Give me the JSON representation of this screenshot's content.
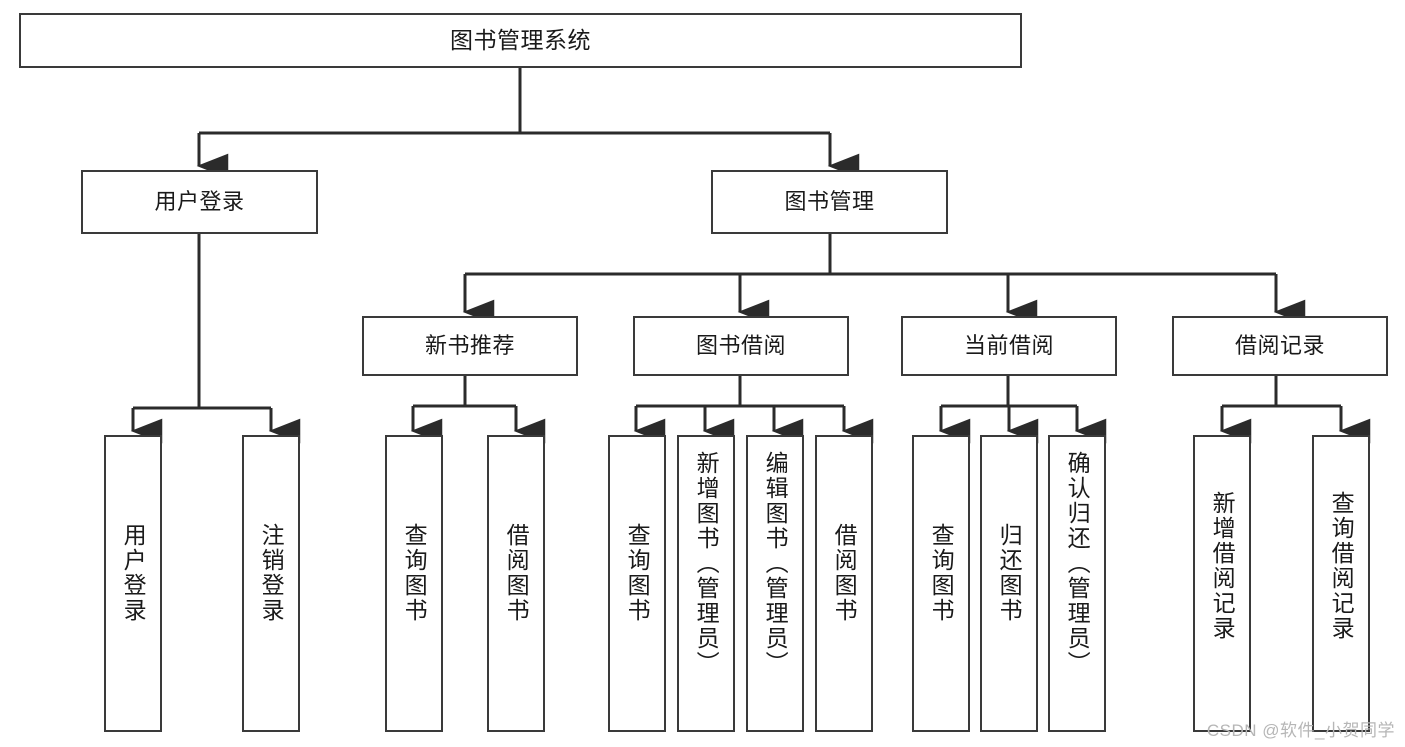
{
  "diagram": {
    "title": "图书管理系统",
    "type": "tree",
    "watermark": "CSDN @软件_小贺同学",
    "colors": {
      "box_border": "#3a3a3a",
      "box_fill": "#ffffff",
      "edge": "#2b2b2b",
      "text": "#1a1a1a",
      "watermark": "#b6b6b6"
    },
    "levels": [
      {
        "level": 1,
        "nodes": [
          {
            "id": "root",
            "label": "图书管理系统",
            "orientation": "horizontal"
          }
        ]
      },
      {
        "level": 2,
        "nodes": [
          {
            "id": "user-login",
            "label": "用户登录",
            "orientation": "horizontal",
            "parent": "root"
          },
          {
            "id": "book-manage",
            "label": "图书管理",
            "orientation": "horizontal",
            "parent": "root"
          }
        ]
      },
      {
        "level": 3,
        "nodes": [
          {
            "id": "new-book-rec",
            "label": "新书推荐",
            "orientation": "horizontal",
            "parent": "book-manage"
          },
          {
            "id": "book-borrow",
            "label": "图书借阅",
            "orientation": "horizontal",
            "parent": "book-manage"
          },
          {
            "id": "current-borrow",
            "label": "当前借阅",
            "orientation": "horizontal",
            "parent": "book-manage"
          },
          {
            "id": "borrow-record",
            "label": "借阅记录",
            "orientation": "horizontal",
            "parent": "book-manage"
          }
        ]
      },
      {
        "level": 4,
        "nodes": [
          {
            "id": "leaf-user-login",
            "label": "用户登录",
            "orientation": "vertical",
            "parent": "user-login"
          },
          {
            "id": "leaf-user-logout",
            "label": "注销登录",
            "orientation": "vertical",
            "parent": "user-login"
          },
          {
            "id": "leaf-query-book-1",
            "label": "查询图书",
            "orientation": "vertical",
            "parent": "new-book-rec"
          },
          {
            "id": "leaf-borrow-book-1",
            "label": "借阅图书",
            "orientation": "vertical",
            "parent": "new-book-rec"
          },
          {
            "id": "leaf-query-book-2",
            "label": "查询图书",
            "orientation": "vertical",
            "parent": "book-borrow"
          },
          {
            "id": "leaf-add-book",
            "label": "新增图书（管理员）",
            "orientation": "vertical",
            "parent": "book-borrow"
          },
          {
            "id": "leaf-edit-book",
            "label": "编辑图书（管理员）",
            "orientation": "vertical",
            "parent": "book-borrow"
          },
          {
            "id": "leaf-borrow-book-2",
            "label": "借阅图书",
            "orientation": "vertical",
            "parent": "book-borrow"
          },
          {
            "id": "leaf-query-book-3",
            "label": "查询图书",
            "orientation": "vertical",
            "parent": "current-borrow"
          },
          {
            "id": "leaf-return-book",
            "label": "归还图书",
            "orientation": "vertical",
            "parent": "current-borrow"
          },
          {
            "id": "leaf-confirm-return",
            "label": "确认归还（管理员）",
            "orientation": "vertical",
            "parent": "current-borrow"
          },
          {
            "id": "leaf-add-record",
            "label": "新增借阅记录",
            "orientation": "vertical",
            "parent": "borrow-record"
          },
          {
            "id": "leaf-query-record",
            "label": "查询借阅记录",
            "orientation": "vertical",
            "parent": "borrow-record"
          }
        ]
      }
    ]
  }
}
